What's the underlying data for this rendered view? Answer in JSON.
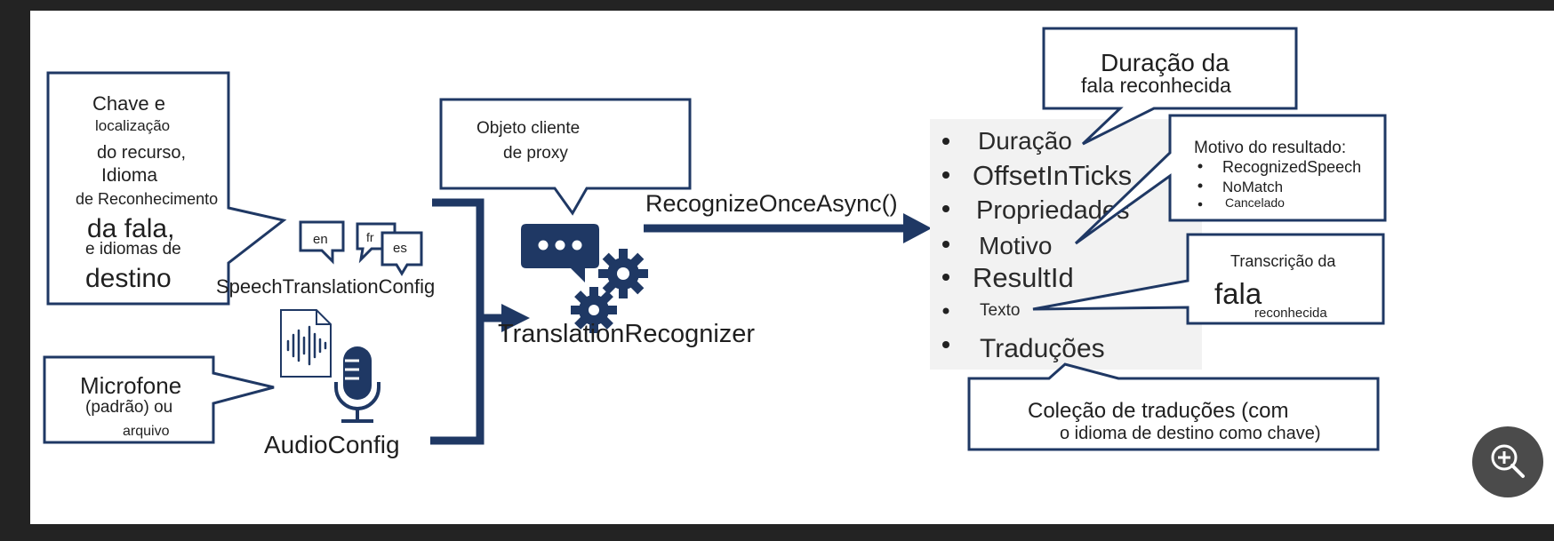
{
  "colors": {
    "navy": "#1f3864",
    "panel": "#f2f2f2",
    "text": "#1f1f1f"
  },
  "callouts": {
    "key_region": [
      "Chave e",
      "localização",
      "do recurso,",
      "Idioma",
      "de Reconhecimento",
      "da fala,",
      "e idiomas de",
      "destino"
    ],
    "proxy": [
      "Objeto cliente",
      "de proxy"
    ],
    "microphone": [
      "Microfone",
      "(padrão) ou",
      "arquivo"
    ],
    "duration": [
      "Duração da",
      "fala reconhecida"
    ],
    "reason": {
      "title": "Motivo do resultado:",
      "items": [
        "RecognizedSpeech",
        "NoMatch",
        "Cancelado"
      ]
    },
    "transcription": [
      "Transcrição da",
      "fala",
      "reconhecida"
    ],
    "translations": [
      "Coleção de traduções (com",
      "o idioma de destino como chave)"
    ]
  },
  "labels": {
    "speech_config": "SpeechTranslationConfig",
    "audio_config": "AudioConfig",
    "recognizer": "TranslationRecognizer",
    "method": "RecognizeOnceAsync()",
    "lang_en": "en",
    "lang_fr": "fr",
    "lang_es": "es"
  },
  "result_properties": [
    "Duração",
    "OffsetInTicks",
    "Propriedades",
    "Motivo",
    "ResultId",
    "Texto",
    "Traduções"
  ],
  "icons": {
    "chat": "chat-bubble-icon",
    "gears": "gears-icon",
    "audio_file": "audio-file-icon",
    "microphone": "microphone-icon",
    "zoom": "zoom-in-icon"
  }
}
